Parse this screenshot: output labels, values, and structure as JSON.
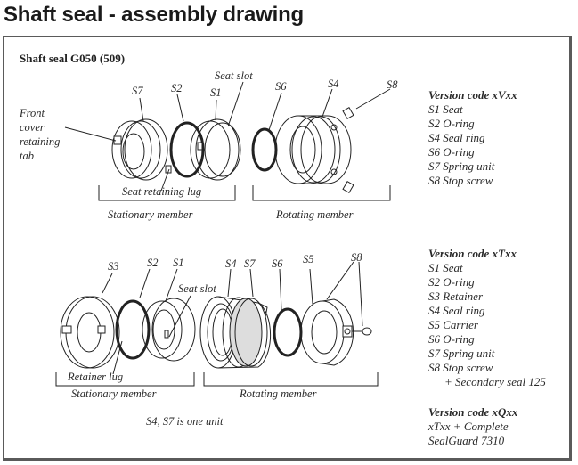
{
  "page_title": "Shaft seal - assembly drawing",
  "subtitle": "Shaft seal G050 (509)",
  "diagram_top": {
    "labels": {
      "front_cover_tab": [
        "Front",
        "cover",
        "retaining",
        "tab"
      ],
      "s7": "S7",
      "s2": "S2",
      "s1": "S1",
      "seat_slot": "Seat slot",
      "s6": "S6",
      "s4": "S4",
      "s8": "S8",
      "seat_retaining_lug": "Seat retaining lug",
      "stationary_member": "Stationary member",
      "rotating_member": "Rotating member"
    }
  },
  "diagram_bottom": {
    "labels": {
      "s3": "S3",
      "s2": "S2",
      "s1": "S1",
      "seat_slot": "Seat slot",
      "s4": "S4",
      "s7": "S7",
      "s6": "S6",
      "s5": "S5",
      "s8": "S8",
      "retainer_lug": "Retainer lug",
      "stationary_member": "Stationary member",
      "rotating_member": "Rotating member",
      "note": "S4, S7 is one unit"
    }
  },
  "legend_v": {
    "title": "Version code xVxx",
    "items": [
      "S1 Seat",
      "S2 O-ring",
      "S4 Seal ring",
      "S6 O-ring",
      "S7 Spring unit",
      "S8 Stop screw"
    ]
  },
  "legend_t": {
    "title": "Version code xTxx",
    "items": [
      "S1 Seat",
      "S2 O-ring",
      "S3 Retainer",
      "S4 Seal ring",
      "S5 Carrier",
      "S6 O-ring",
      "S7 Spring unit",
      "S8 Stop screw"
    ],
    "extra": "+ Secondary seal 125"
  },
  "legend_q": {
    "title": "Version code xQxx",
    "lines": [
      "xTxx + Complete",
      "SealGuard 7310"
    ]
  }
}
